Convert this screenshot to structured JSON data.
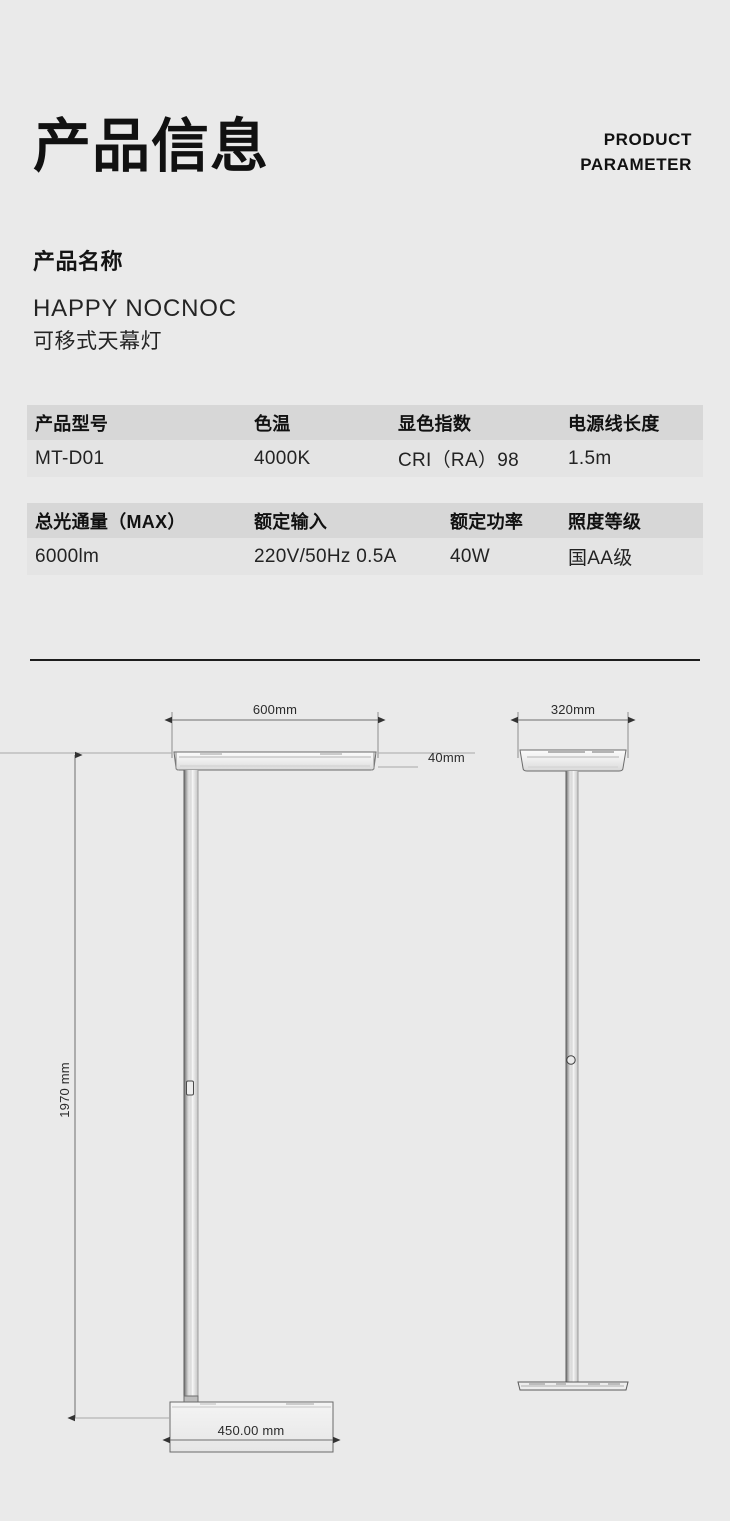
{
  "page": {
    "background_color": "#eaeaea",
    "text_color": "#1a1a1a"
  },
  "header": {
    "title": "产品信息",
    "eyebrow_line1": "PRODUCT",
    "eyebrow_line2": "PARAMETER"
  },
  "product_name": {
    "label": "产品名称",
    "line1": "HAPPY NOCNOC",
    "line2": "可移式天幕灯"
  },
  "spec_tables": [
    {
      "id": "table-basic",
      "header_bg": "#d7d7d7",
      "row_bg": "#e4e4e4",
      "headers": [
        "产品型号",
        "色温",
        "显色指数",
        "电源线长度"
      ],
      "values": [
        "MT-D01",
        "4000K",
        "CRI（RA）98",
        "1.5m"
      ]
    },
    {
      "id": "table-electrical",
      "header_bg": "#d7d7d7",
      "row_bg": "#e4e4e4",
      "headers": [
        "总光通量（MAX）",
        "额定输入",
        "额定功率",
        "照度等级"
      ],
      "values": [
        "6000lm",
        "220V/50Hz 0.5A",
        "40W",
        "国AA级"
      ]
    }
  ],
  "divider": {
    "color": "#1d1d1d"
  },
  "drawings": {
    "front_view": {
      "dim_width": "600mm",
      "dim_head_thickness": "40mm",
      "dim_height": "1970 mm",
      "dim_base_width": "450.00 mm"
    },
    "side_view": {
      "dim_width": "320mm"
    }
  }
}
